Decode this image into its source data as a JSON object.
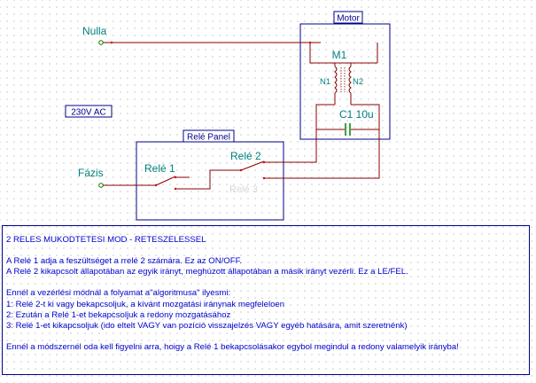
{
  "labels": {
    "nulla": "Nulla",
    "fazis": "Fázis",
    "voltage": "230V AC",
    "motor_box": "Motor",
    "relay_panel_box": "Relé Panel",
    "motor": "M1",
    "winding1": "N1",
    "winding2": "N2",
    "capacitor": "C1 10u",
    "relay1": "Relé 1",
    "relay2": "Relé 2",
    "relay3_ghost": "Relé 3"
  },
  "description": {
    "title": "2 RELES MUKODTETESI MOD - RETESZELESSEL",
    "p1_l1": "A Relé 1 adja a feszültséget a rrelé 2 számára. Ez az ON/OFF.",
    "p1_l2": "A Relé 2 kikapcsolt állapotában az egyik irányt, meghúzott állapotában a másik irányt vezérli. Ez a LE/FEL.",
    "p2_l1": "Ennél a vezérlési módnál a folyamat a\"algoritmusa\" ilyesmi:",
    "p2_l2": "1: Relé 2-t ki vagy bekapcsoljuk, a kívánt mozgatási iránynak megfeleloen",
    "p2_l3": "2: Ezután a Relé 1-et bekapcsoljuk a redony mozgatásához",
    "p2_l4": "3: Relé 1-et kikapcsoljuk (ido eltelt VAGY van pozíció visszajelzés VAGY egyéb hatására, amit szeretnénk)",
    "p3_l1": "Ennél a módszernél oda kell figyelni arra, hoigy a Relé 1 bekapcsolásakor egybol megindul a redony valamelyik irányba!"
  },
  "colors": {
    "wire": "#8b0000",
    "box": "#00008b",
    "label": "#007f7f",
    "text": "#0000cc",
    "terminal": "#008000"
  }
}
